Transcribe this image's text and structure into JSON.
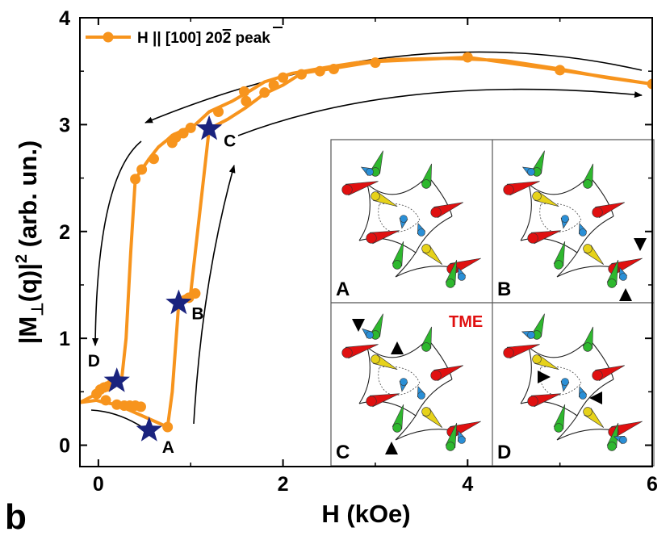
{
  "chart_data": {
    "type": "line",
    "figure_label": "b",
    "xlabel": "H (kOe)",
    "ylabel_parts": [
      "|M",
      "⊥",
      "(q)|",
      "2",
      " (arb. un.)"
    ],
    "xlim": [
      -0.2,
      6.0
    ],
    "ylim": [
      -0.2,
      4.0
    ],
    "x_ticks": [
      0,
      2,
      4,
      6
    ],
    "x_tick_labels": [
      "0",
      "2",
      "4",
      "6"
    ],
    "y_ticks": [
      0,
      1,
      2,
      3,
      4
    ],
    "y_tick_labels": [
      "0",
      "1",
      "2",
      "3",
      "4"
    ],
    "legend": {
      "position": "top-left",
      "label": "H || [100] 20",
      "label_overline": "2",
      "label_suffix": " peak"
    },
    "color": "#f7941d",
    "series": [
      {
        "name": "H || [100] 202 peak",
        "x": [
          -0.2,
          -0.02,
          0.02,
          0.06,
          0.1,
          0.15,
          0.2,
          0.25,
          0.3,
          0.35,
          0.4,
          0.47,
          0.55,
          0.65,
          0.75,
          0.8,
          0.85,
          0.9,
          0.95,
          1.0,
          1.05,
          1.1,
          1.15,
          1.2,
          1.45,
          1.65,
          1.8,
          1.95,
          2.1,
          2.3,
          2.5,
          2.8,
          3.2,
          3.8,
          4.4,
          5.0,
          5.5,
          6.0,
          5.0,
          4.0,
          3.0,
          2.5,
          2.2,
          2.0,
          1.8,
          1.6,
          1.4,
          1.2,
          1.0,
          0.95,
          0.9,
          0.87,
          0.8,
          0.75,
          0.2,
          0.2,
          0.06,
          -0.02,
          -0.2
        ],
        "y": [
          0.4,
          0.48,
          0.52,
          0.54,
          0.55,
          0.58,
          0.6,
          0.6,
          1.0,
          1.8,
          2.49,
          2.58,
          2.68,
          2.79,
          2.86,
          2.9,
          2.92,
          2.94,
          2.96,
          2.97,
          3.0,
          3.04,
          3.08,
          3.12,
          3.22,
          3.32,
          3.4,
          3.44,
          3.48,
          3.51,
          3.54,
          3.58,
          3.61,
          3.62,
          3.6,
          3.52,
          3.44,
          3.38,
          3.51,
          3.63,
          3.59,
          3.52,
          3.48,
          3.37,
          3.29,
          3.16,
          3.05,
          2.96,
          1.42,
          1.4,
          1.38,
          1.33,
          0.5,
          0.17,
          0.38,
          0.38,
          0.4,
          0.42,
          0.4
        ],
        "points_x": [
          -0.02,
          0.02,
          0.06,
          0.1,
          0.15,
          0.2,
          0.4,
          0.47,
          0.6,
          0.8,
          0.84,
          0.92,
          1.0,
          1.3,
          1.6,
          1.8,
          1.9,
          2.0,
          2.2,
          2.4,
          2.55,
          3.0,
          4.0,
          5.0,
          6.0,
          1.58,
          1.05,
          0.98,
          0.75,
          0.08,
          0.2,
          0.28,
          0.34,
          0.4,
          0.46
        ],
        "points_y": [
          0.48,
          0.52,
          0.54,
          0.55,
          0.58,
          0.6,
          2.49,
          2.58,
          2.68,
          2.83,
          2.88,
          2.92,
          2.97,
          3.12,
          3.22,
          3.3,
          3.37,
          3.44,
          3.47,
          3.5,
          3.52,
          3.58,
          3.63,
          3.51,
          3.38,
          3.31,
          1.42,
          1.38,
          0.17,
          0.42,
          0.38,
          0.37,
          0.37,
          0.37,
          0.36
        ]
      }
    ],
    "star_points": [
      {
        "label": "A",
        "x": 0.55,
        "y": 0.14
      },
      {
        "label": "B",
        "x": 0.87,
        "y": 1.33
      },
      {
        "label": "C",
        "x": 1.2,
        "y": 2.96
      },
      {
        "label": "D",
        "x": 0.2,
        "y": 0.6
      }
    ],
    "star_color": "#1a237e",
    "inset": {
      "panels": [
        "A",
        "B",
        "C",
        "D"
      ],
      "tme_label": "TME",
      "tme_color": "#e01010",
      "spin_colors": {
        "red": "#e01010",
        "green": "#2eb82e",
        "yellow": "#e6d21a",
        "blue": "#2a8fd6"
      }
    }
  }
}
